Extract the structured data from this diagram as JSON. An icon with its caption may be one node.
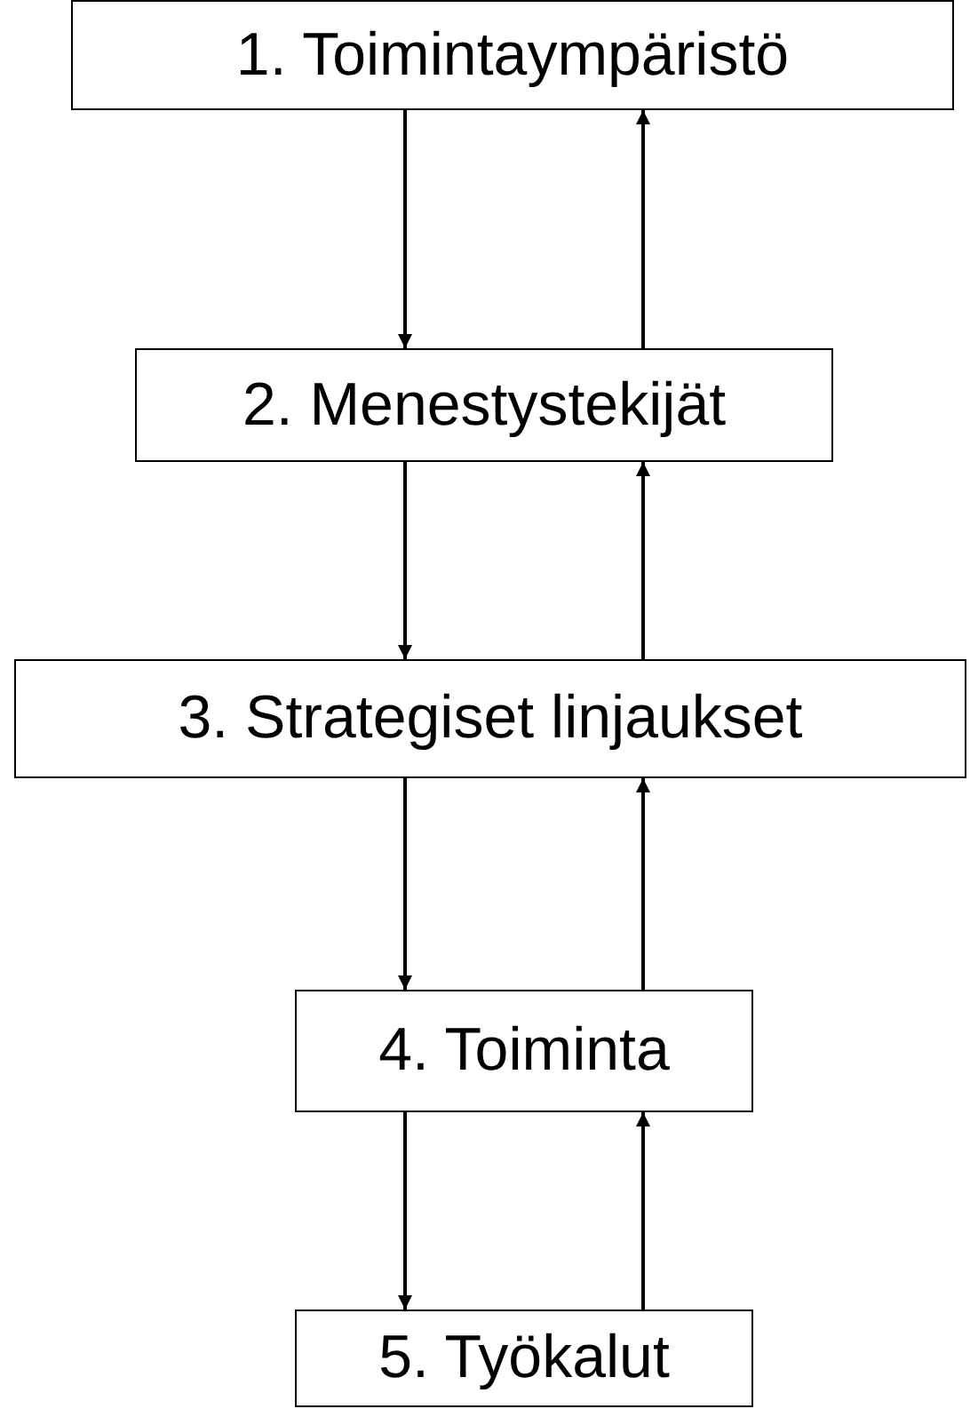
{
  "diagram": {
    "nodes": [
      {
        "text": [
          "1. Toimintaympäristö"
        ]
      },
      {
        "text": [
          "2. Menestystekijät"
        ]
      },
      {
        "text": [
          "3. Strategiset linjaukset"
        ]
      },
      {
        "text": [
          "4. Toiminta"
        ]
      },
      {
        "text": [
          "5. Työkalut"
        ]
      }
    ],
    "edges": [
      {
        "from": 0,
        "to": 1,
        "arrow": "to"
      },
      {
        "from": 1,
        "to": 0,
        "arrow": "to"
      },
      {
        "from": 1,
        "to": 2,
        "arrow": "to"
      },
      {
        "from": 2,
        "to": 1,
        "arrow": "to"
      },
      {
        "from": 2,
        "to": 3,
        "arrow": "to"
      },
      {
        "from": 3,
        "to": 2,
        "arrow": "to"
      },
      {
        "from": 3,
        "to": 4,
        "arrow": "to"
      },
      {
        "from": 4,
        "to": 3,
        "arrow": "to"
      }
    ]
  }
}
